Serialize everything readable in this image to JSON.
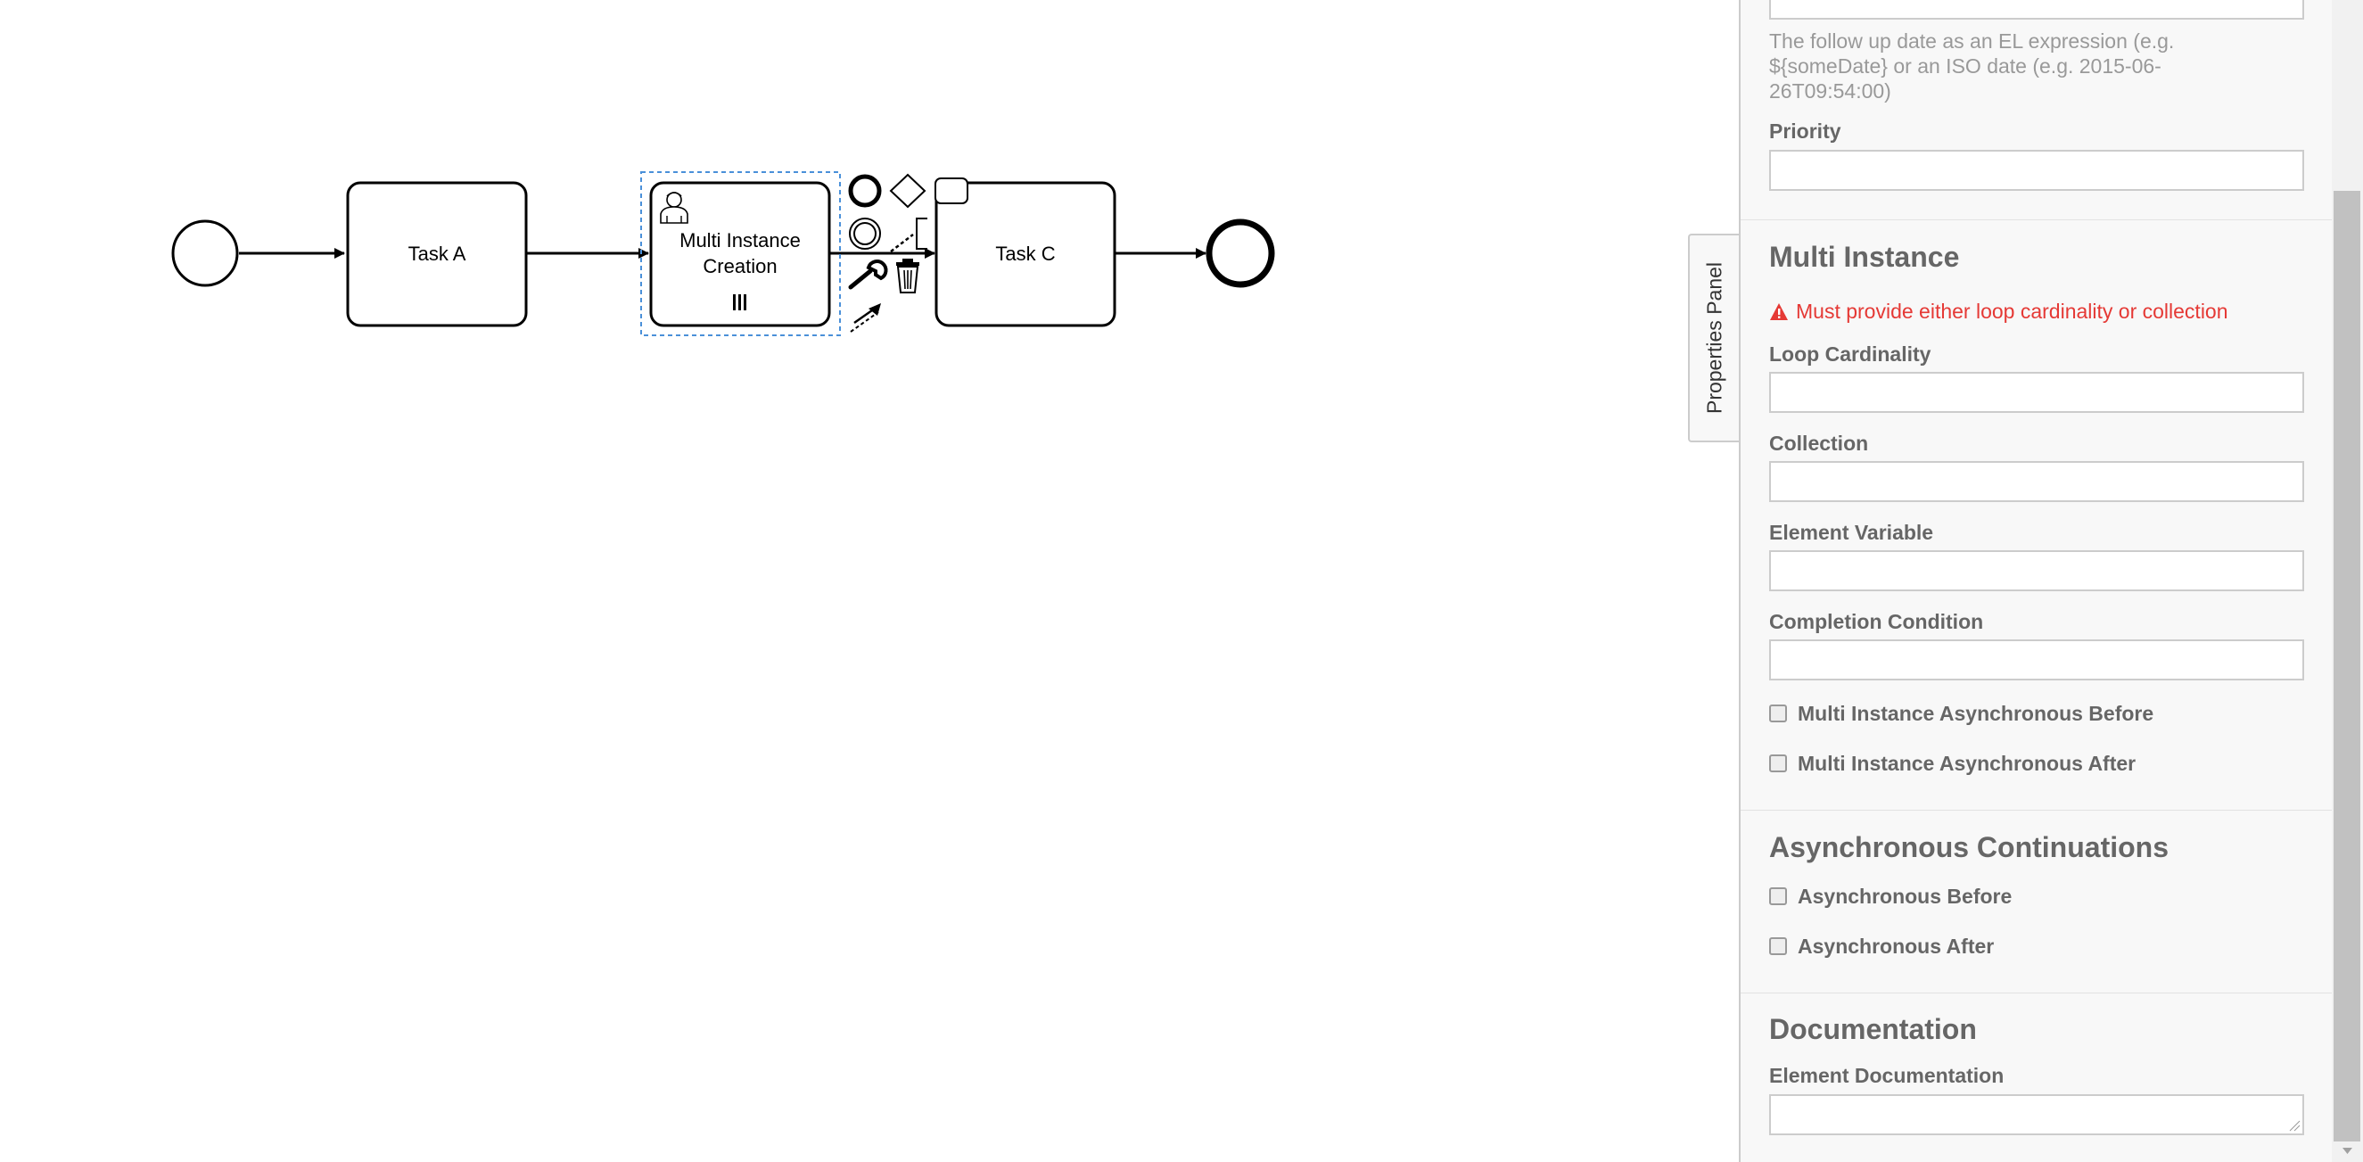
{
  "diagram": {
    "elements": [
      {
        "id": "start-event",
        "type": "start-event",
        "label": ""
      },
      {
        "id": "task-a",
        "type": "task",
        "label": "Task A"
      },
      {
        "id": "task-b",
        "type": "user-task",
        "label_lines": [
          "Multi Instance",
          "Creation"
        ],
        "marker": "parallel-multi-instance-marker",
        "selected": true
      },
      {
        "id": "task-c",
        "type": "task",
        "label": "Task C"
      },
      {
        "id": "end-event",
        "type": "end-event",
        "label": ""
      }
    ],
    "context_pad": [
      "append-end-event-icon",
      "append-gateway-icon",
      "append-task-icon",
      "append-intermediate-event-icon",
      "append-text-annotation-icon",
      "change-type-wrench-icon",
      "delete-trash-icon",
      "connect-arrow-icon"
    ]
  },
  "panel_toggle": {
    "label": "Properties Panel"
  },
  "properties": {
    "follow_up_description": "The follow up date as an EL expression (e.g. ${someDate} or an ISO date (e.g. 2015-06-26T09:54:00)",
    "priority_label": "Priority",
    "priority_value": "",
    "multi_instance": {
      "title": "Multi Instance",
      "error": "Must provide either loop cardinality or collection",
      "loop_cardinality_label": "Loop Cardinality",
      "loop_cardinality_value": "",
      "collection_label": "Collection",
      "collection_value": "",
      "element_variable_label": "Element Variable",
      "element_variable_value": "",
      "completion_condition_label": "Completion Condition",
      "completion_condition_value": "",
      "async_before_label": "Multi Instance Asynchronous Before",
      "async_before_checked": false,
      "async_after_label": "Multi Instance Asynchronous After",
      "async_after_checked": false
    },
    "async_continuations": {
      "title": "Asynchronous Continuations",
      "before_label": "Asynchronous Before",
      "before_checked": false,
      "after_label": "Asynchronous After",
      "after_checked": false
    },
    "documentation": {
      "title": "Documentation",
      "element_documentation_label": "Element Documentation",
      "element_documentation_value": ""
    }
  },
  "colors": {
    "error": "#e53935",
    "selection": "#4a90d9",
    "panel_bg": "#f8f8f8",
    "label_grey": "#666666"
  }
}
